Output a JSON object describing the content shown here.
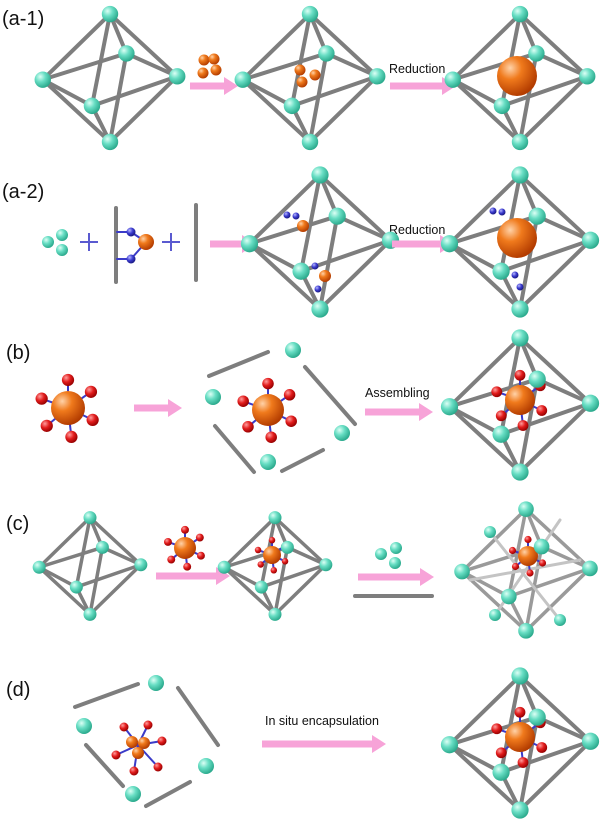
{
  "panels": [
    {
      "id": "a-1",
      "label": "(a-1)",
      "arrow_labels": [
        "",
        "Reduction"
      ]
    },
    {
      "id": "a-2",
      "label": "(a-2)",
      "arrow_labels": [
        "",
        "Reduction"
      ]
    },
    {
      "id": "b",
      "label": "(b)",
      "arrow_labels": [
        "",
        "Assembling"
      ]
    },
    {
      "id": "c",
      "label": "(c)",
      "arrow_labels": [
        "",
        ""
      ]
    },
    {
      "id": "d",
      "label": "(d)",
      "arrow_labels": [
        "In situ encapsulation"
      ]
    }
  ],
  "colors": {
    "node": "#62dcc0",
    "metal": "#ef6a12",
    "ligand_end": "#e01818",
    "nitrogen": "#3a3ac8",
    "strut": "#808080",
    "arrow": "#f7a3d8",
    "plus": "#5a5ad0"
  },
  "icons": [
    "octahedral-cage-icon",
    "metal-precursor-icon",
    "nanoparticle-icon",
    "linker-icon",
    "ligand-complex-icon"
  ]
}
